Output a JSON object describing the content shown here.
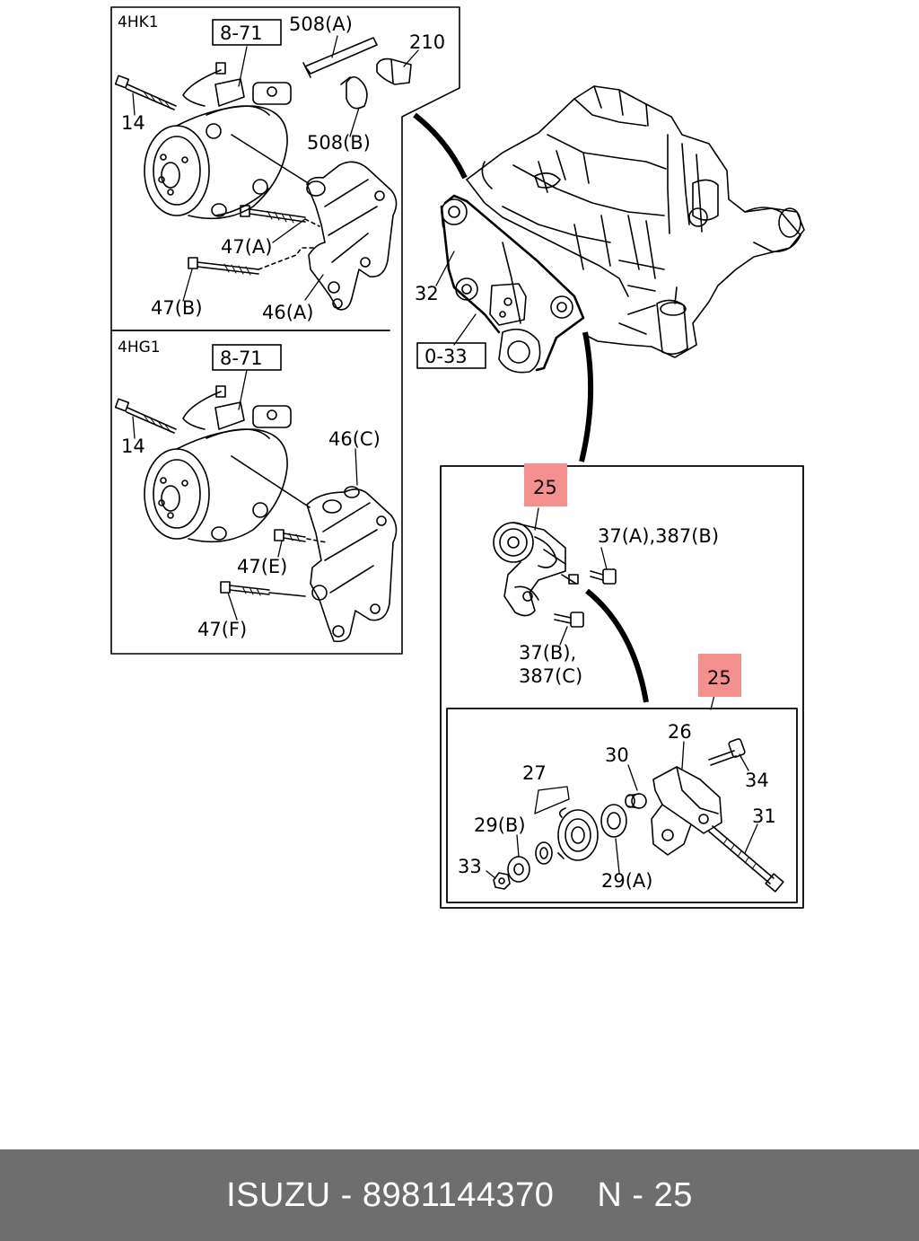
{
  "sections": {
    "upper_left": "4HK1",
    "lower_left": "4HG1"
  },
  "refs": {
    "ref_871_a": "8-71",
    "ref_871_b": "8-71",
    "ref_033": "0-33"
  },
  "labels": {
    "l508a": "508(A)",
    "l210": "210",
    "l508b": "508(B)",
    "l14a": "14",
    "l47a": "47(A)",
    "l47b": "47(B)",
    "l46a": "46(A)",
    "l14b": "14",
    "l46c": "46(C)",
    "l47e": "47(E)",
    "l47f": "47(F)",
    "l32": "32",
    "l25a": "25",
    "l37a": "37(A),387(B)",
    "l37b_1": "37(B),",
    "l37b_2": "387(C)",
    "l25b": "25",
    "l26": "26",
    "l27": "27",
    "l30": "30",
    "l34": "34",
    "l29b": "29(B)",
    "l31": "31",
    "l33": "33",
    "l29a": "29(A)"
  },
  "highlight_color": "#f4908e",
  "footer": {
    "brand": "ISUZU",
    "part_number": "8981144370",
    "page": "N - 25"
  }
}
